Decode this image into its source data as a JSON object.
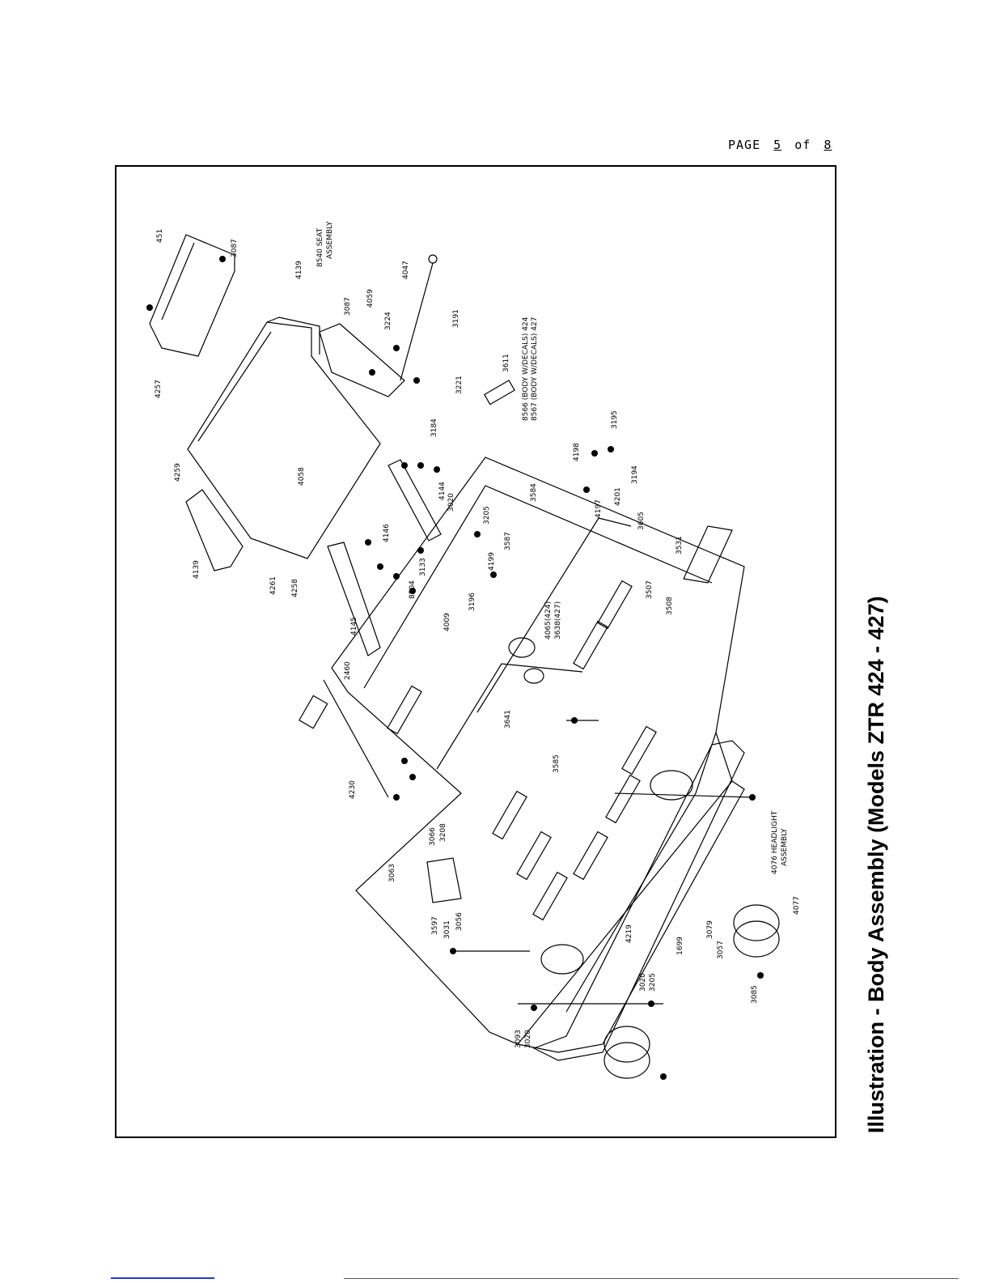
{
  "header": {
    "page_label": "PAGE",
    "page_number": "5",
    "of_label": "of",
    "page_total": "8"
  },
  "title": "Illustration - Body Assembly  (Models ZTR 424 - 427)",
  "callouts": [
    {
      "id": "c451",
      "text": "451"
    },
    {
      "id": "c3087a",
      "text": "3087"
    },
    {
      "id": "c4257",
      "text": "4257"
    },
    {
      "id": "c4139a",
      "text": "4139"
    },
    {
      "id": "c8540",
      "text": "8540 SEAT"
    },
    {
      "id": "c8540b",
      "text": "ASSEMBLY"
    },
    {
      "id": "c3087b",
      "text": "3087"
    },
    {
      "id": "c4059",
      "text": "4059"
    },
    {
      "id": "c3224",
      "text": "3224"
    },
    {
      "id": "c4047",
      "text": "4047"
    },
    {
      "id": "c3191",
      "text": "3191"
    },
    {
      "id": "c3221",
      "text": "3221"
    },
    {
      "id": "c3611",
      "text": "3611"
    },
    {
      "id": "c8566",
      "text": "8566 (BODY W/DECALS) 424"
    },
    {
      "id": "c8567",
      "text": "8567 (BODY W/DECALS) 427"
    },
    {
      "id": "c4259",
      "text": "4259"
    },
    {
      "id": "c4058",
      "text": "4058"
    },
    {
      "id": "c3184",
      "text": "3184"
    },
    {
      "id": "c4139b",
      "text": "4139"
    },
    {
      "id": "c4261",
      "text": "4261"
    },
    {
      "id": "c4258",
      "text": "4258"
    },
    {
      "id": "c4146",
      "text": "4146"
    },
    {
      "id": "c4144",
      "text": "4144"
    },
    {
      "id": "c3020a",
      "text": "3020"
    },
    {
      "id": "c3205a",
      "text": "3205"
    },
    {
      "id": "c3584",
      "text": "3584"
    },
    {
      "id": "c4198",
      "text": "4198"
    },
    {
      "id": "c3195",
      "text": "3195"
    },
    {
      "id": "c4197",
      "text": "4197"
    },
    {
      "id": "c4201",
      "text": "4201"
    },
    {
      "id": "c3194",
      "text": "3194"
    },
    {
      "id": "c3587",
      "text": "3587"
    },
    {
      "id": "c3605",
      "text": "3605"
    },
    {
      "id": "c3531",
      "text": "3531"
    },
    {
      "id": "c8504",
      "text": "8504"
    },
    {
      "id": "c3133",
      "text": "3133"
    },
    {
      "id": "c4199",
      "text": "4199"
    },
    {
      "id": "c3507",
      "text": "3507"
    },
    {
      "id": "c4145",
      "text": "4145"
    },
    {
      "id": "c4009",
      "text": "4009"
    },
    {
      "id": "c3196",
      "text": "3196"
    },
    {
      "id": "c4065",
      "text": "4065(424)"
    },
    {
      "id": "c3638",
      "text": "3638(427)"
    },
    {
      "id": "c3508",
      "text": "3508"
    },
    {
      "id": "c2460",
      "text": "2460"
    },
    {
      "id": "c3641",
      "text": "3641"
    },
    {
      "id": "c3585",
      "text": "3585"
    },
    {
      "id": "c4230",
      "text": "4230"
    },
    {
      "id": "c3066",
      "text": "3066"
    },
    {
      "id": "c3208",
      "text": "3208"
    },
    {
      "id": "c3063",
      "text": "3063"
    },
    {
      "id": "c4076",
      "text": "4076 HEADLIGHT"
    },
    {
      "id": "c4076b",
      "text": "ASSEMBLY"
    },
    {
      "id": "c3597",
      "text": "3597"
    },
    {
      "id": "c3031",
      "text": "3031"
    },
    {
      "id": "c3056",
      "text": "3056"
    },
    {
      "id": "c4219",
      "text": "4219"
    },
    {
      "id": "c3079",
      "text": "3079"
    },
    {
      "id": "c4077",
      "text": "4077"
    },
    {
      "id": "c1699",
      "text": "1699"
    },
    {
      "id": "c3057",
      "text": "3057"
    },
    {
      "id": "c3020b",
      "text": "3020"
    },
    {
      "id": "c3205b",
      "text": "3205"
    },
    {
      "id": "c3085",
      "text": "3085"
    },
    {
      "id": "c3093",
      "text": "3093"
    },
    {
      "id": "c3020c",
      "text": "3020"
    }
  ]
}
